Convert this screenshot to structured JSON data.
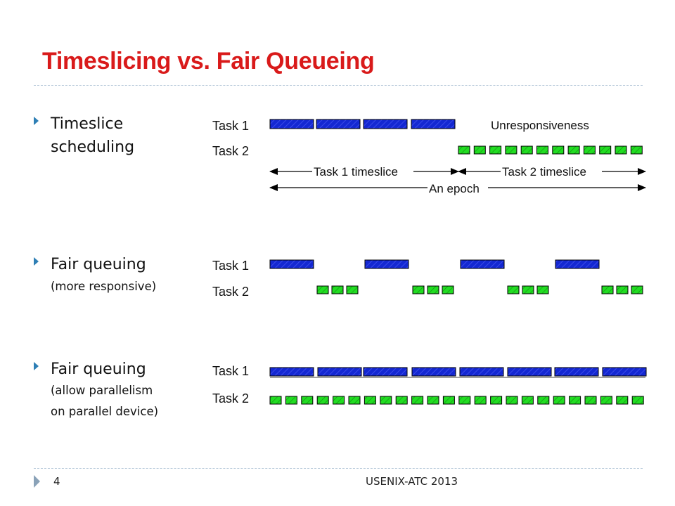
{
  "slide": {
    "title": "Timeslicing vs. Fair Queueing",
    "page_number": "4",
    "footer": "USENIX-ATC 2013"
  },
  "sections": [
    {
      "heading_line1": "Timeslice",
      "heading_line2": "scheduling",
      "task1_label": "Task 1",
      "task2_label": "Task 2",
      "annotation_unresponsive": "Unresponsiveness",
      "annotation_t1": "Task 1 timeslice",
      "annotation_t2": "Task 2 timeslice",
      "annotation_epoch": "An epoch"
    },
    {
      "heading": "Fair queuing",
      "note": "(more responsive)",
      "task1_label": "Task 1",
      "task2_label": "Task 2"
    },
    {
      "heading": "Fair queuing",
      "note_line1": "(allow parallelism",
      "note_line2": "on parallel device)",
      "task1_label": "Task 1",
      "task2_label": "Task 2"
    }
  ],
  "colors": {
    "title": "#d91a1a",
    "task1_fill": "#1428d2",
    "task2_fill": "#22dd22",
    "bullet": "#2e7fb5"
  },
  "icons": {
    "bullet": "triangle-right-icon",
    "footer": "triangle-right-icon"
  }
}
